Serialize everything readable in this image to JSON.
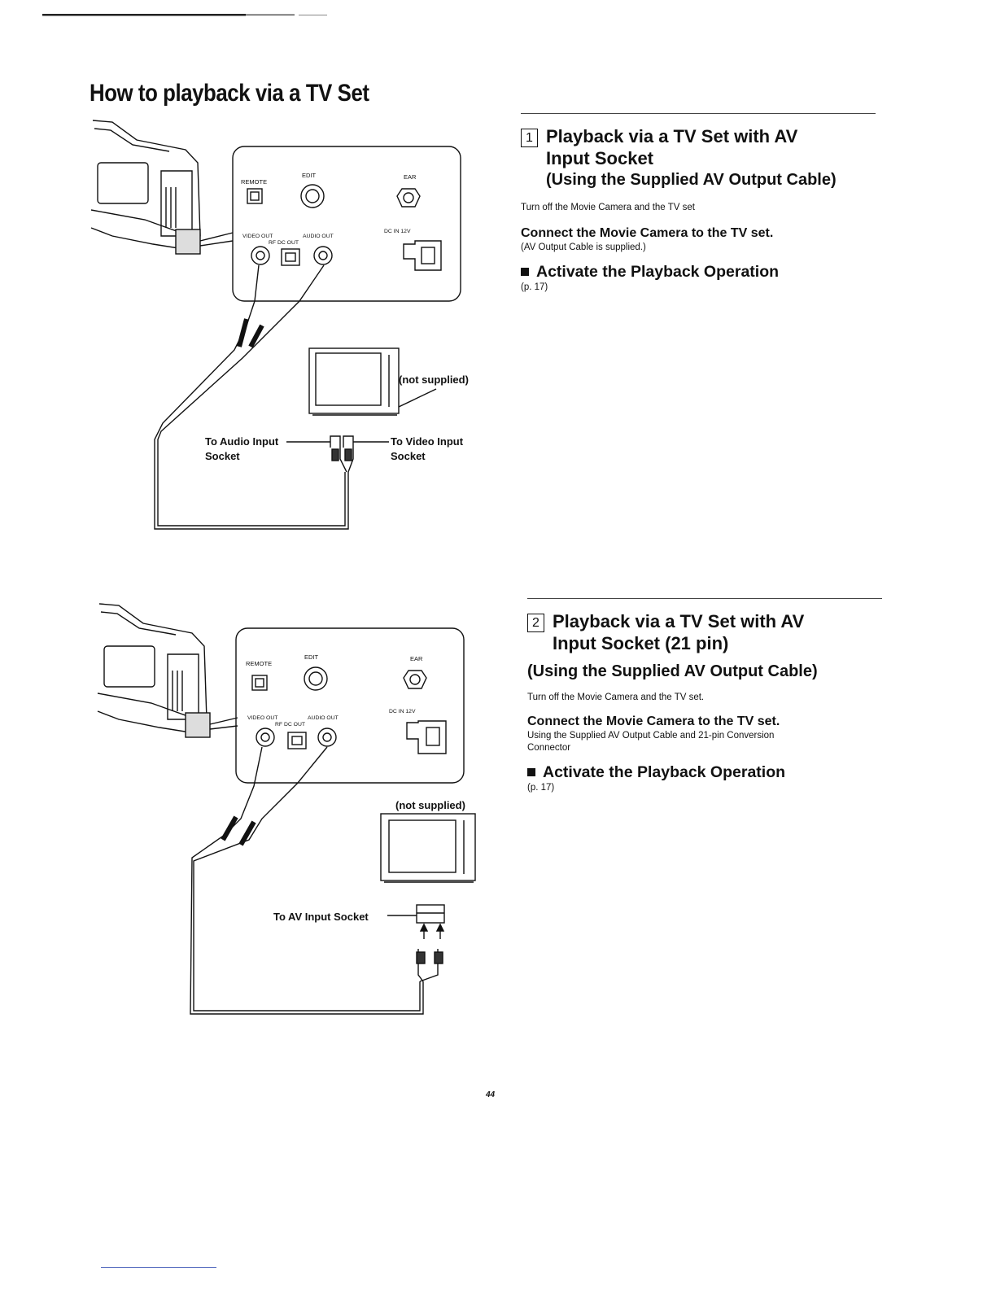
{
  "page": {
    "title": "How to playback via a TV Set",
    "folio": "44"
  },
  "section1": {
    "number": "1",
    "title_line1": "Playback via a TV Set with AV",
    "title_line2": "Input Socket",
    "subtitle": "(Using the Supplied AV Output Cable)",
    "step1": "Turn off the Movie Camera and the TV set",
    "step2_bold": "Connect the Movie Camera to the TV set.",
    "step2_note": "(AV Output Cable is supplied.)",
    "activate": "Activate the Playback Operation",
    "page_ref": "(p. 17)"
  },
  "section2": {
    "number": "2",
    "title_line1": "Playback via a TV Set with AV",
    "title_line2": "Input Socket (21 pin)",
    "subtitle": "(Using the Supplied AV Output Cable)",
    "step1": "Turn off the Movie Camera and the TV set.",
    "step2_bold": "Connect the Movie Camera to the TV set.",
    "step2_note_line1": "Using the Supplied AV Output Cable and 21-pin Conversion",
    "step2_note_line2": "Connector",
    "activate": "Activate the Playback Operation",
    "page_ref": "(p. 17)"
  },
  "figure1": {
    "jack_remote": "REMOTE",
    "jack_edit": "EDIT",
    "jack_ear": "EAR",
    "jack_video_out": "VIDEO OUT",
    "jack_audio_out": "AUDIO OUT",
    "jack_rf_dc_out": "RF DC OUT",
    "jack_dc_in": "DC IN 12V",
    "tv_note": "(not supplied)",
    "audio_label_line1": "To Audio Input",
    "audio_label_line2": "Socket",
    "video_label_line1": "To Video Input",
    "video_label_line2": "Socket"
  },
  "figure2": {
    "jack_remote": "REMOTE",
    "jack_edit": "EDIT",
    "jack_ear": "EAR",
    "jack_video_out": "VIDEO OUT",
    "jack_audio_out": "AUDIO OUT",
    "jack_rf_dc_out": "RF DC OUT",
    "jack_dc_in": "DC IN 12V",
    "tv_note": "(not supplied)",
    "av_label": "To AV Input Socket"
  }
}
